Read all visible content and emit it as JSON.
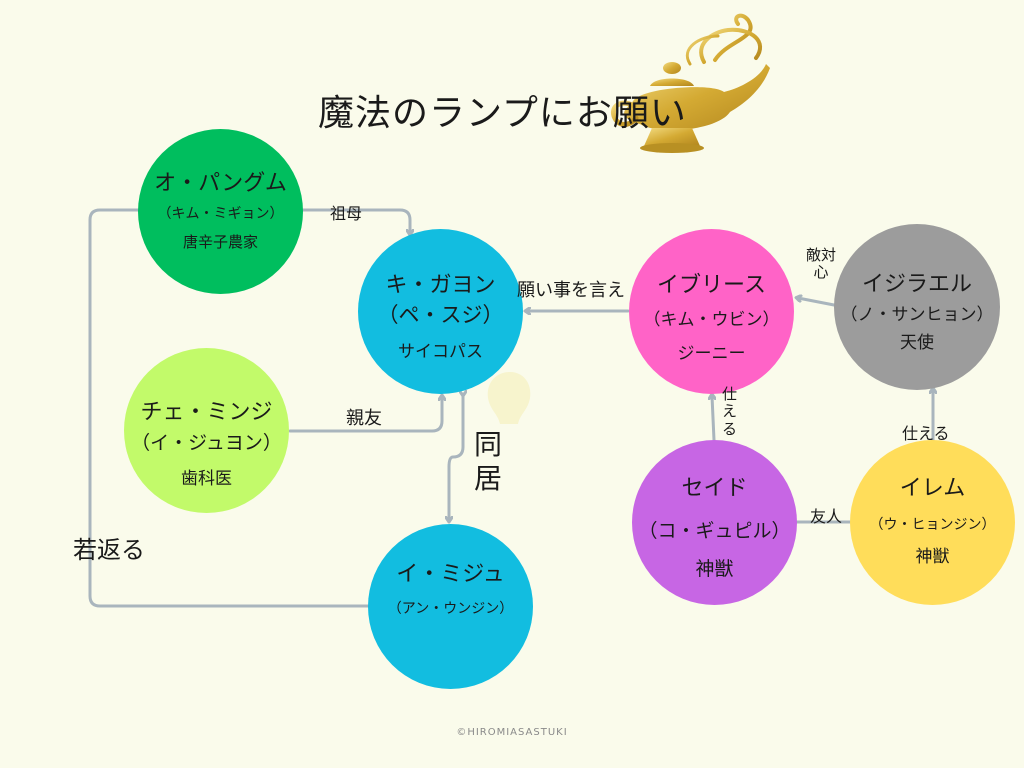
{
  "title": "魔法のランプにお願い",
  "credit": "©HIROMIASASTUKI",
  "colors": {
    "background": "#FAFBEB",
    "connector": "#A9B5BD",
    "omother": "#00BE5E",
    "kigayon": "#12BDE0",
    "chemin": "#C2FA6A",
    "imiju": "#12BDE0",
    "iblis": "#FF63C7",
    "israel": "#9C9C9C",
    "seid": "#C766E4",
    "ilem": "#FFDD5A",
    "lamp": "#D9B43C"
  },
  "nodes": {
    "o": {
      "name": "オ・パングム",
      "actor": "（キム・ミギョン）",
      "role": "唐辛子農家"
    },
    "ki": {
      "name": "キ・ガヨン",
      "actor": "（ペ・スジ）",
      "role": "サイコパス"
    },
    "che": {
      "name": "チェ・ミンジ",
      "actor": "（イ・ジュヨン）",
      "role": "歯科医"
    },
    "imi": {
      "name": "イ・ミジュ",
      "actor": "（アン・ウンジン）"
    },
    "ib": {
      "name": "イブリース",
      "actor": "（キム・ウビン）",
      "role": "ジーニー"
    },
    "is": {
      "name": "イジラエル",
      "actor": "（ノ・サンヒョン）",
      "role": "天使"
    },
    "se": {
      "name": "セイド",
      "actor": "（コ・ギュピル）",
      "role": "神獣"
    },
    "il": {
      "name": "イレム",
      "actor": "（ウ・ヒョンジン）",
      "role": "神獣"
    }
  },
  "edges": {
    "grandmother": "祖母",
    "best_friend": "親友",
    "wish": "願い事を言え",
    "enemy": [
      "敵対",
      "心"
    ],
    "live_together": [
      "同",
      "居"
    ],
    "rejuvenate": "若返る",
    "serve_seid": [
      "仕",
      "え",
      "る"
    ],
    "serve_ilem": "仕える",
    "friend": "友人"
  }
}
